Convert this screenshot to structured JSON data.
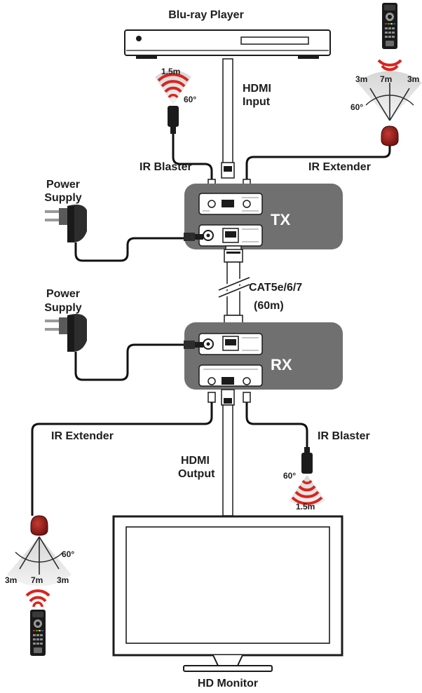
{
  "devices": {
    "source": "Blu-ray Player",
    "display": "HD Monitor",
    "tx": "TX",
    "rx": "RX"
  },
  "labels": {
    "hdmi_input_1": "HDMI",
    "hdmi_input_2": "Input",
    "hdmi_output_1": "HDMI",
    "hdmi_output_2": "Output",
    "cable_1": "CAT5e/6/7",
    "cable_2": "(60m)",
    "power_supply_1": "Power",
    "power_supply_2": "Supply",
    "ir_blaster": "IR Blaster",
    "ir_extender": "IR Extender"
  },
  "ir_specs": {
    "blaster_range": "1.5m",
    "blaster_angle": "60°",
    "extender_side": "3m",
    "extender_center": "7m",
    "extender_angle": "60°"
  },
  "colors": {
    "unit_fill": "#707070",
    "ir_red": "#d9251d",
    "cable": "#111111"
  }
}
